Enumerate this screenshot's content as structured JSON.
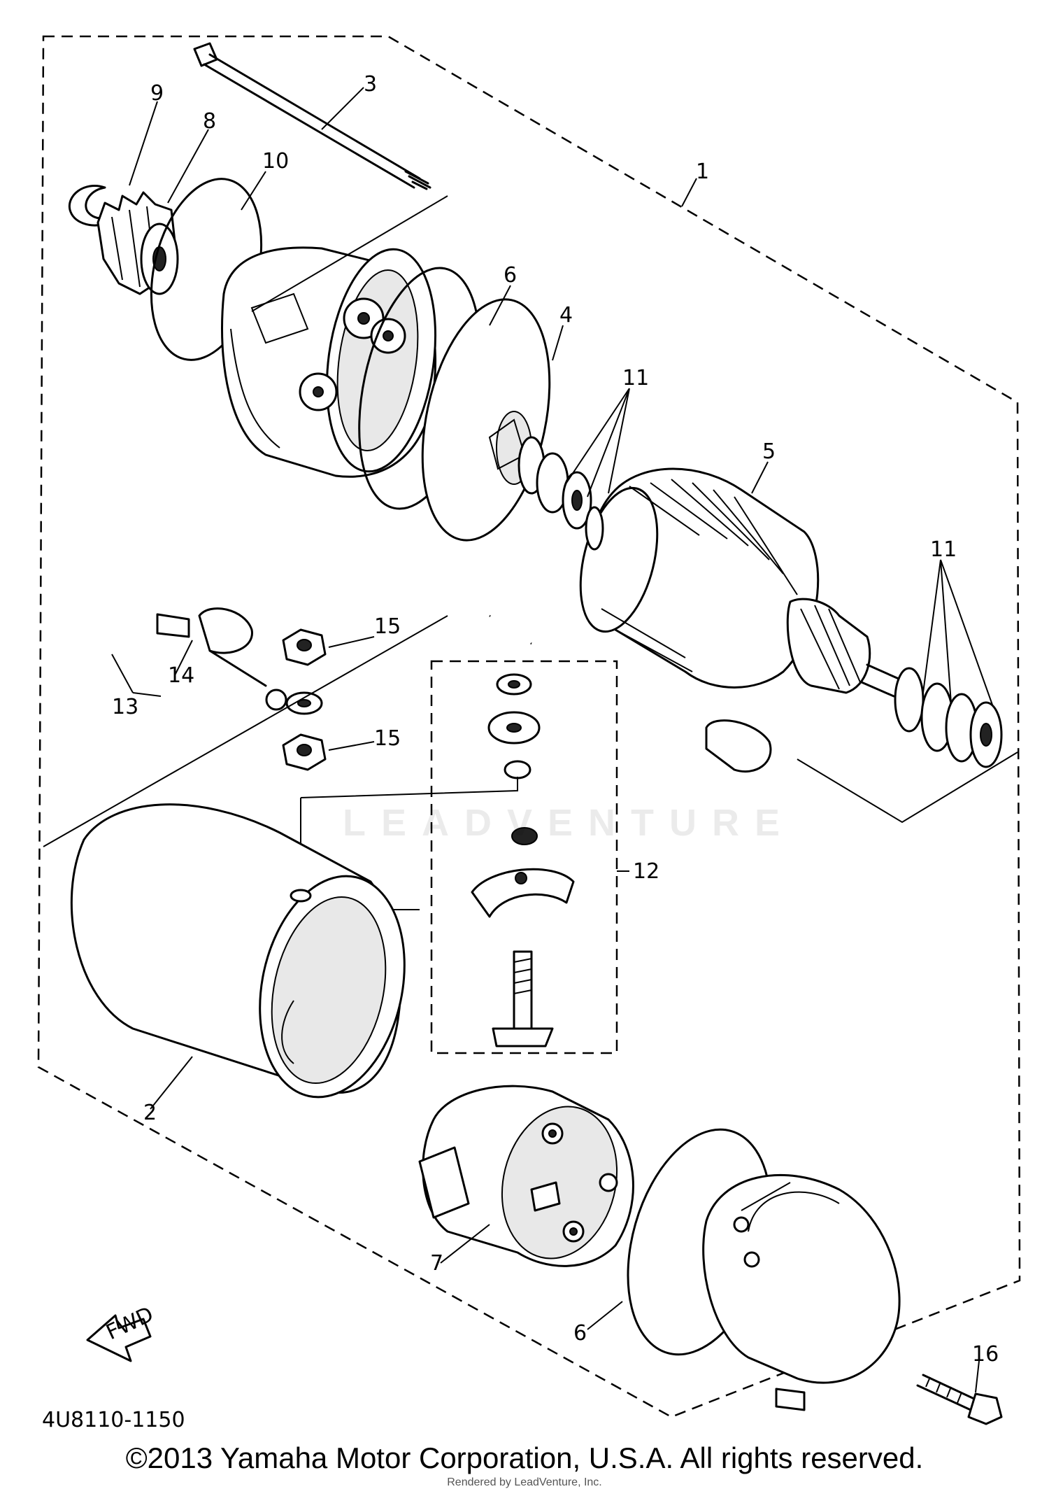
{
  "diagram": {
    "drawing_code": "4U8110-1150",
    "arrow_label": "FWD",
    "watermark": "LEADVENTURE",
    "copyright": "©2013 Yamaha Motor Corporation, U.S.A. All rights reserved.",
    "rendered_by": "Rendered by LeadVenture, Inc.",
    "callouts": {
      "c1": "1",
      "c2": "2",
      "c3": "3",
      "c4": "4",
      "c5": "5",
      "c6a": "6",
      "c6b": "6",
      "c7": "7",
      "c8": "8",
      "c9": "9",
      "c10": "10",
      "c11a": "11",
      "c11b": "11",
      "c12": "12",
      "c13": "13",
      "c14": "14",
      "c15a": "15",
      "c15b": "15",
      "c16": "16"
    }
  }
}
